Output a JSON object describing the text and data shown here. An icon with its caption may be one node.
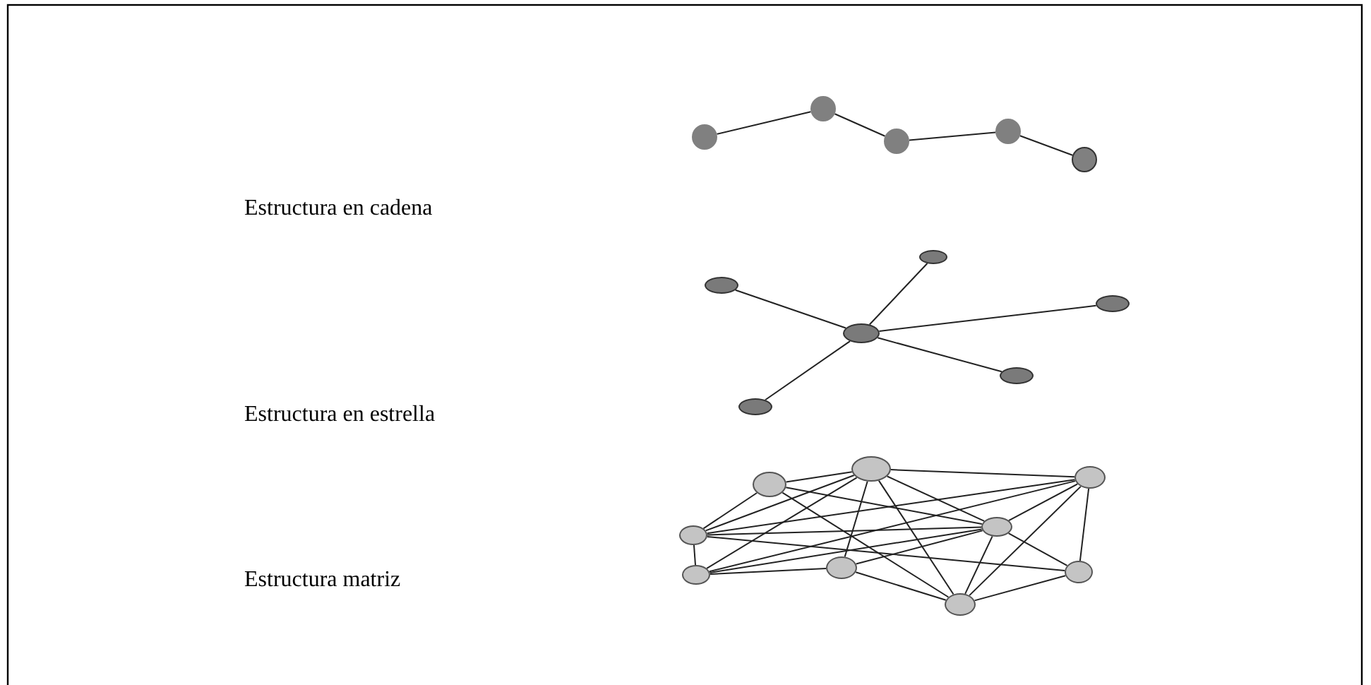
{
  "diagram": {
    "nodes": [
      {
        "text": [],
        "shape": "circle"
      },
      {
        "text": [],
        "shape": "circle"
      },
      {
        "text": [],
        "shape": "circle"
      },
      {
        "text": [],
        "shape": "circle"
      },
      {
        "text": [],
        "shape": "circle"
      },
      {
        "text": [],
        "shape": "circle"
      },
      {
        "text": [],
        "shape": "circle"
      },
      {
        "text": [],
        "shape": "circle"
      },
      {
        "text": [],
        "shape": "circle"
      },
      {
        "text": [],
        "shape": "circle"
      },
      {
        "text": [],
        "shape": "circle"
      },
      {
        "text": [],
        "shape": "circle"
      },
      {
        "text": [],
        "shape": "circle"
      },
      {
        "text": [],
        "shape": "circle"
      },
      {
        "text": [],
        "shape": "circle"
      },
      {
        "text": [],
        "shape": "circle"
      },
      {
        "text": [],
        "shape": "circle"
      },
      {
        "text": [],
        "shape": "circle"
      },
      {
        "text": [],
        "shape": "circle"
      },
      {
        "text": [],
        "shape": "circle"
      }
    ],
    "edges": [
      {
        "from": 0,
        "to": 1,
        "arrow": "none"
      },
      {
        "from": 1,
        "to": 2,
        "arrow": "none"
      },
      {
        "from": 2,
        "to": 3,
        "arrow": "none"
      },
      {
        "from": 3,
        "to": 4,
        "arrow": "none"
      },
      {
        "from": 5,
        "to": 6,
        "arrow": "none"
      },
      {
        "from": 5,
        "to": 7,
        "arrow": "none"
      },
      {
        "from": 5,
        "to": 8,
        "arrow": "none"
      },
      {
        "from": 5,
        "to": 9,
        "arrow": "none"
      },
      {
        "from": 5,
        "to": 10,
        "arrow": "none"
      },
      {
        "from": 11,
        "to": 12,
        "arrow": "none"
      },
      {
        "from": 11,
        "to": 13,
        "arrow": "none"
      },
      {
        "from": 11,
        "to": 14,
        "arrow": "none"
      },
      {
        "from": 11,
        "to": 16,
        "arrow": "none"
      },
      {
        "from": 11,
        "to": 17,
        "arrow": "none"
      },
      {
        "from": 11,
        "to": 18,
        "arrow": "none"
      },
      {
        "from": 11,
        "to": 15,
        "arrow": "none"
      },
      {
        "from": 13,
        "to": 14,
        "arrow": "none"
      },
      {
        "from": 13,
        "to": 15,
        "arrow": "none"
      },
      {
        "from": 13,
        "to": 18,
        "arrow": "none"
      },
      {
        "from": 12,
        "to": 14,
        "arrow": "none"
      },
      {
        "from": 12,
        "to": 15,
        "arrow": "none"
      },
      {
        "from": 12,
        "to": 16,
        "arrow": "none"
      },
      {
        "from": 12,
        "to": 18,
        "arrow": "none"
      },
      {
        "from": 12,
        "to": 19,
        "arrow": "none"
      },
      {
        "from": 14,
        "to": 16,
        "arrow": "none"
      },
      {
        "from": 14,
        "to": 15,
        "arrow": "none"
      },
      {
        "from": 14,
        "to": 19,
        "arrow": "none"
      },
      {
        "from": 16,
        "to": 15,
        "arrow": "none"
      },
      {
        "from": 16,
        "to": 17,
        "arrow": "none"
      },
      {
        "from": 17,
        "to": 18,
        "arrow": "none"
      },
      {
        "from": 17,
        "to": 15,
        "arrow": "none"
      },
      {
        "from": 18,
        "to": 15,
        "arrow": "none"
      },
      {
        "from": 18,
        "to": 19,
        "arrow": "none"
      },
      {
        "from": 15,
        "to": 19,
        "arrow": "none"
      }
    ],
    "labels": [
      "Estructura en cadena",
      "Estructura en estrella",
      "Estructura matriz"
    ]
  }
}
